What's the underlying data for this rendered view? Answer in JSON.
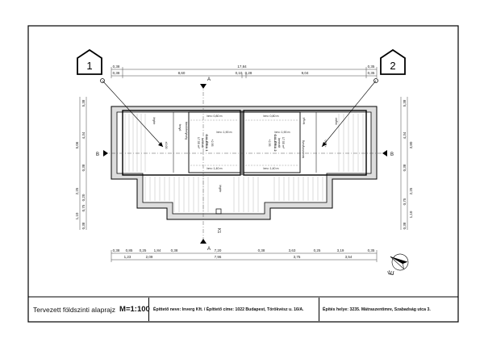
{
  "title_block": {
    "title": "Tervezett földszinti alaprajz",
    "scale": "M=1:100",
    "designer": "Építtető neve: Inverg Kft. / Építtető címe: 1022 Budapest, Törökvész u. 16/A.",
    "site": "Építés helye: 3235. Mátraszentimre, Szabadság utca 3."
  },
  "markers": {
    "left": "1",
    "right": "2"
  },
  "section_labels": {
    "a_top": "A",
    "a_bottom": "A",
    "b_left": "B",
    "b_right": "B",
    "k1": "K1"
  },
  "dims_top": {
    "row1": [
      "0,38",
      "17,84",
      "0,35"
    ],
    "row2": [
      "0,38",
      "8,60",
      "0,10",
      "0,28",
      "9,04",
      "0,35"
    ]
  },
  "dims_bottom": {
    "row1": [
      "0,38",
      "0,85",
      "0,25",
      "1,84",
      "0,38",
      "7,20",
      "0,38",
      "3,63",
      "0,25",
      "3,19",
      "0,35"
    ],
    "row2": [
      "1,23",
      "2,09",
      "7,96",
      "3,75",
      "3,54"
    ]
  },
  "dims_left": [
    "5,38",
    "4,34",
    "5,06",
    "0,38",
    "2,25",
    "0,20",
    "0,75",
    "1,10",
    "0,38"
  ],
  "dims_right": [
    "5,38",
    "4,34",
    "3,80",
    "0,38",
    "2,25",
    "0,75",
    "1,10",
    "0,38"
  ],
  "rooms": {
    "gal1_name": "GALÉRIA 1",
    "gal1_area": "17,55 m²",
    "gal2_name": "GALÉRIA 2",
    "gal2_area": "17,55 m²",
    "floor": "laminált",
    "wood": "fenyő",
    "lejto": "légtér",
    "storage_l": "tárolóhelyiség",
    "storage_r": "tárolóhelyiség",
    "bm1": "bm= 0,80 m",
    "bm2": "bm= 1,90 m",
    "bm3": "bm= 1,40 m",
    "bm4": "bm= 0,80 m",
    "bm5": "bm= 1,90 m",
    "bm6": "bm= 1,40 m",
    "lvl": "+2,95",
    "lvl_l": "±0,00",
    "lvl_r": "+1,80"
  }
}
